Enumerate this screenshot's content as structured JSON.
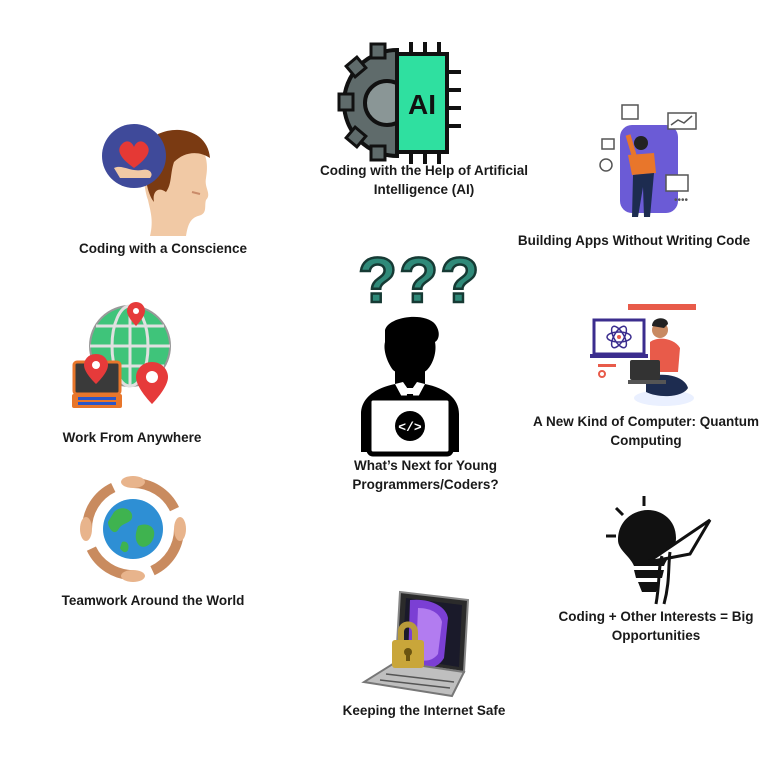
{
  "center": {
    "label": "What’s Next for Young Programmers/Coders?",
    "marks": "???"
  },
  "topics": [
    {
      "label": "Coding with the Help of Artificial Intelligence (AI)",
      "icon": "ai-chip-gear-icon"
    },
    {
      "label": "Building Apps Without Writing Code",
      "icon": "dashboard-person-icon"
    },
    {
      "label": "Coding with a Conscience",
      "icon": "head-heart-icon"
    },
    {
      "label": "Work From Anywhere",
      "icon": "globe-location-icon"
    },
    {
      "label": "A New Kind of Computer: Quantum Computing",
      "icon": "quantum-laptop-icon"
    },
    {
      "label": "Teamwork Around the World",
      "icon": "globe-hands-icon"
    },
    {
      "label": "Coding + Other Interests = Big Opportunities",
      "icon": "lightbulb-rocket-icon"
    },
    {
      "label": "Keeping the Internet Safe",
      "icon": "laptop-lock-icon"
    }
  ],
  "ai_chip_text": "AI",
  "code_symbol": "</>",
  "colors": {
    "accent_green": "#2fe0a0",
    "dark_teal": "#1f5d52",
    "orange": "#e8762b",
    "purple": "#3b2d8e"
  }
}
